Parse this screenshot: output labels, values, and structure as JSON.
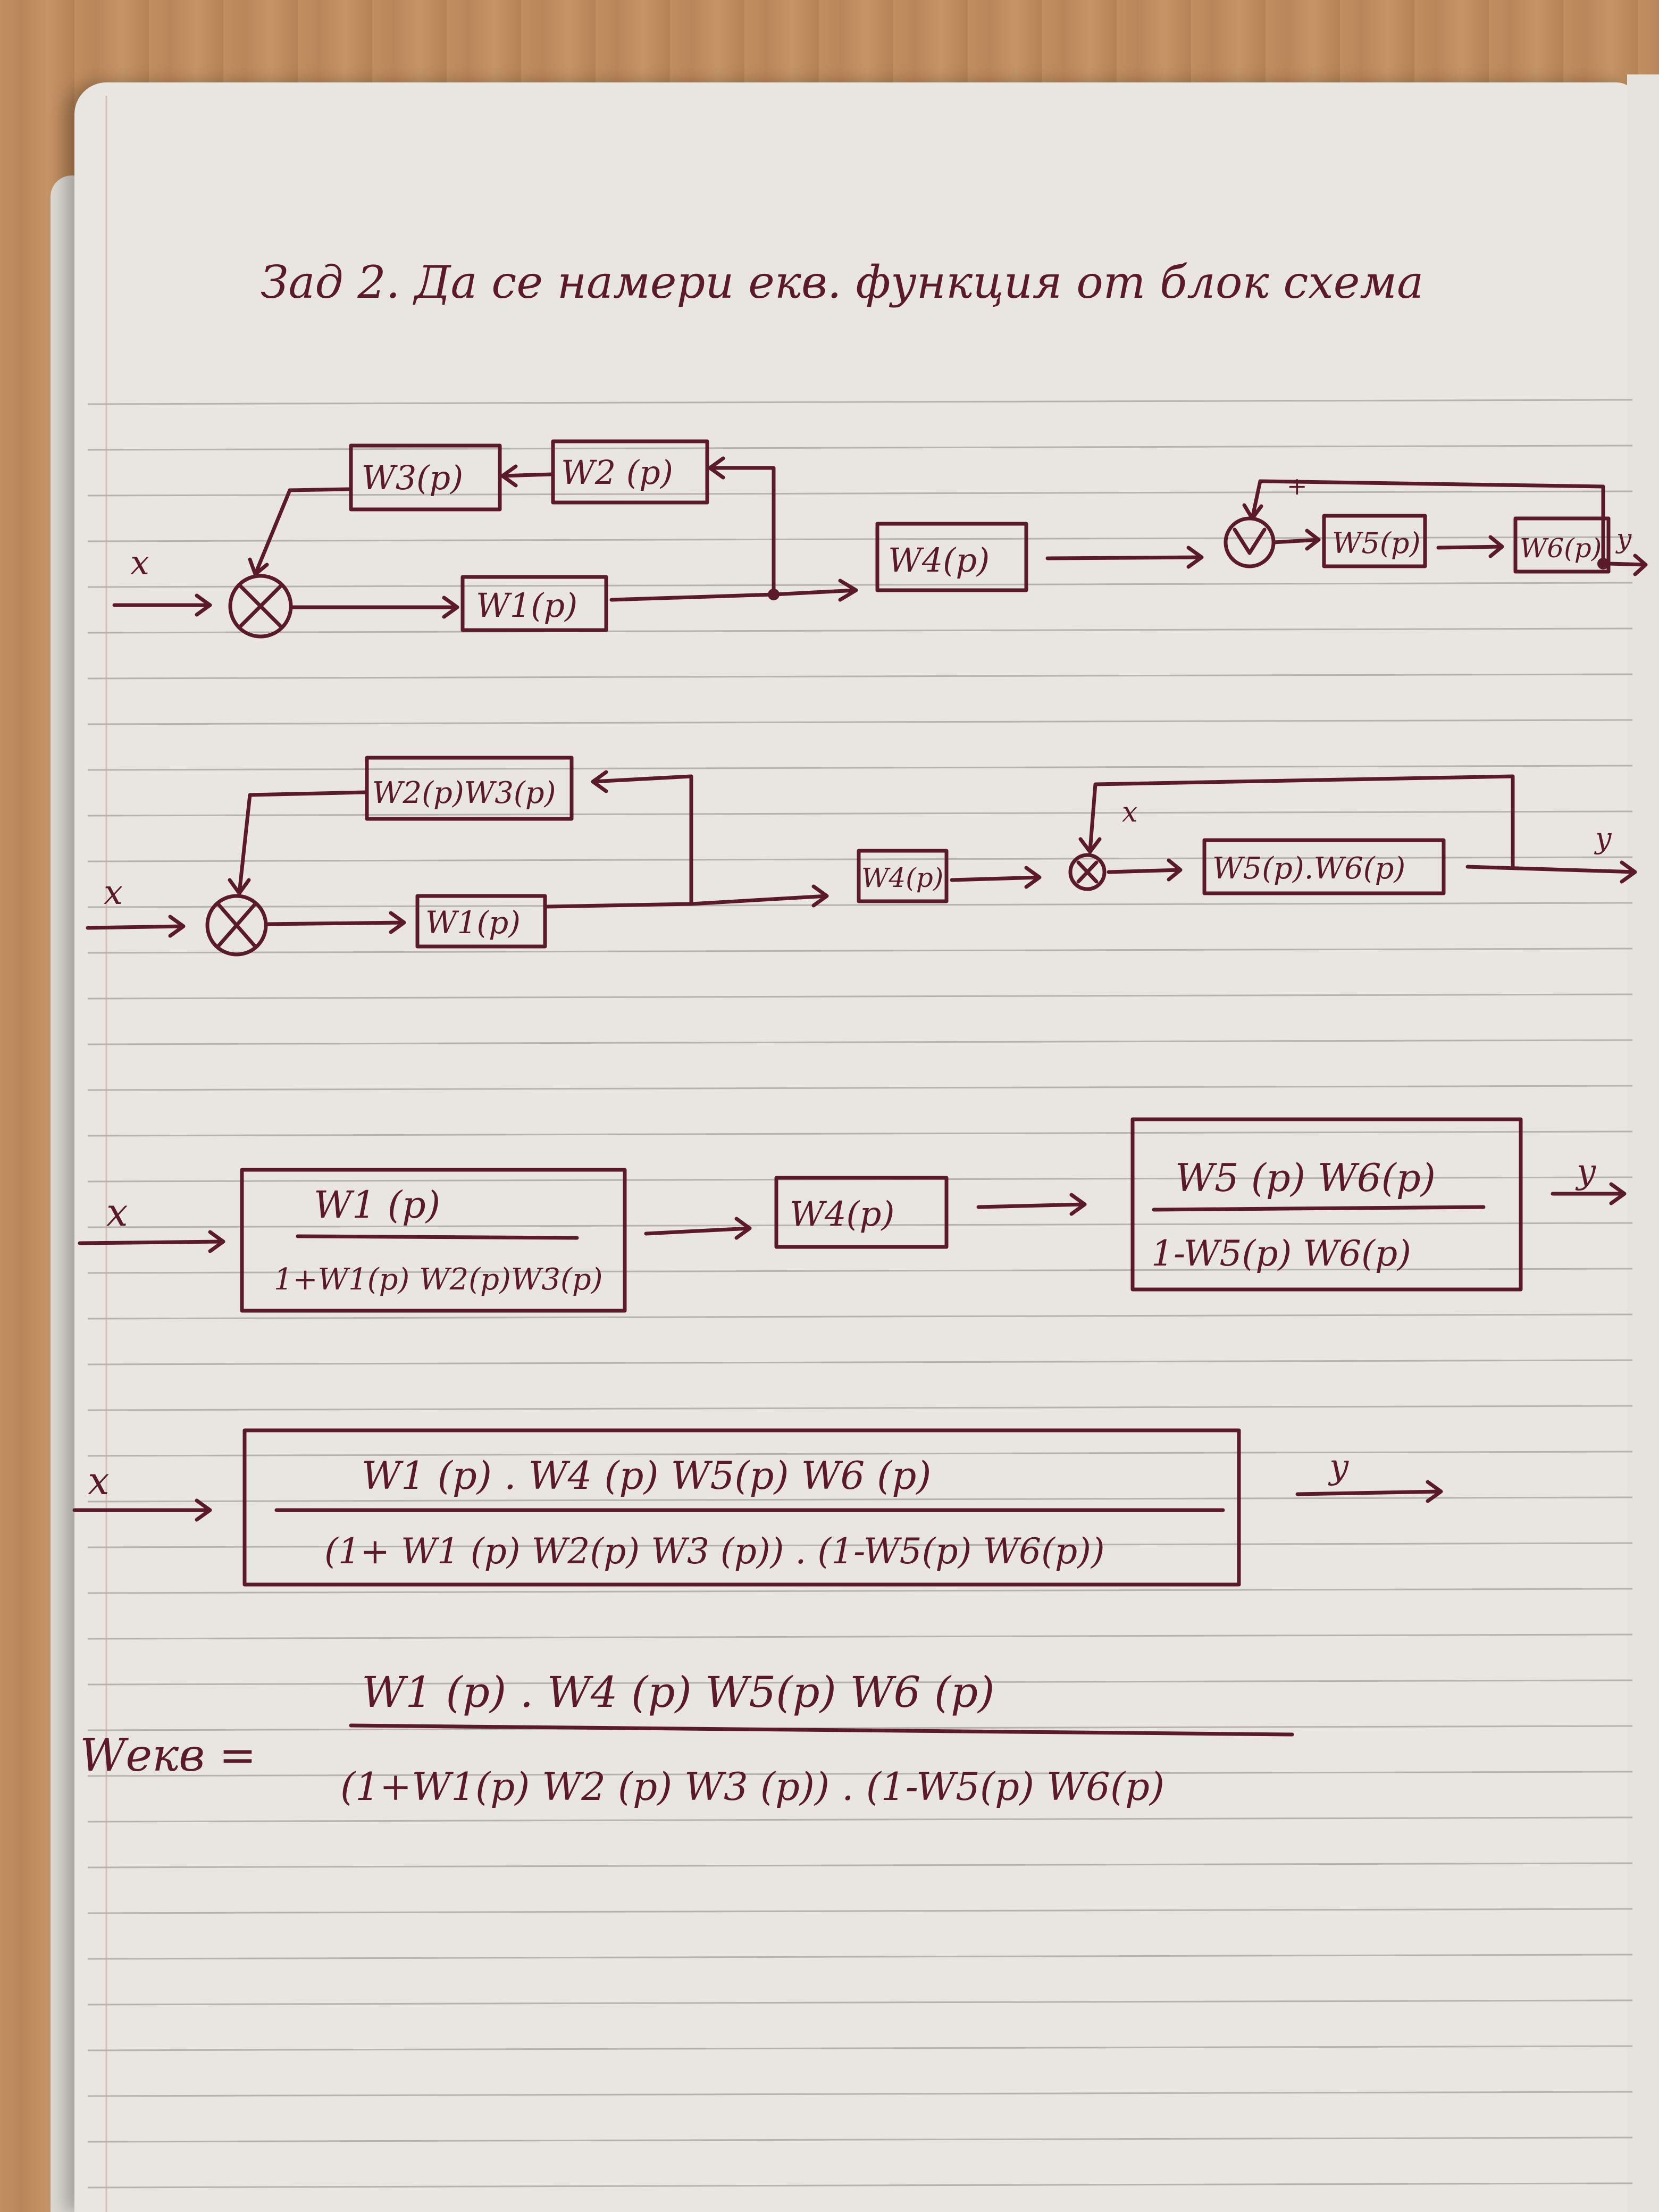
{
  "title": "Зад 2. Да се намери екв. функция от блок схема",
  "diagram1": {
    "input": "x",
    "output": "y",
    "w1": "W1(p)",
    "w2": "W2 (p)",
    "w3": "W3(p)",
    "w4": "W4(p)",
    "w5": "W5(p)",
    "w6": "W6(p)",
    "sign": "+"
  },
  "diagram2": {
    "input": "x",
    "output": "y",
    "feedback": "W2(p)W3(p)",
    "w1": "W1(p)",
    "w4": "W4(p)",
    "w56": "W5(p).W6(p)",
    "sign": "x"
  },
  "diagram3": {
    "input": "x",
    "output": "y",
    "block1_num": "W1 (p)",
    "block1_den": "1+W1(p) W2(p)W3(p)",
    "w4": "W4(p)",
    "block3_num": "W5 (p) W6(p)",
    "block3_den": "1-W5(p) W6(p)"
  },
  "diagram4": {
    "input": "x",
    "output": "y",
    "num": "W1 (p) . W4 (p) W5(p) W6 (p)",
    "den": "(1+ W1 (p) W2(p) W3 (p)) . (1-W5(p) W6(p))"
  },
  "final": {
    "label": "Wекв =",
    "num": "W1 (p) . W4 (p) W5(p) W6 (p)",
    "den": "(1+W1(p) W2 (p) W3 (p)) . (1-W5(p) W6(p)"
  }
}
